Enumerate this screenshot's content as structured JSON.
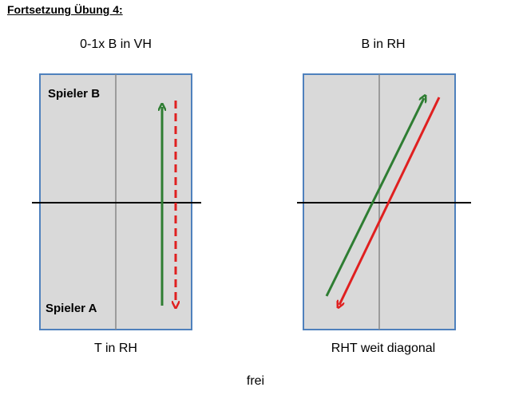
{
  "heading": "Fortsetzung Übung 4:",
  "left_court": {
    "top_caption": "0-1x B in VH",
    "bottom_caption": "T in RH",
    "player_top": "Spieler B",
    "player_bottom": "Spieler A"
  },
  "right_court": {
    "top_caption": "B in RH",
    "bottom_caption": "RHT weit diagonal"
  },
  "footer": "frei",
  "colors": {
    "court_fill": "#d9d9d9",
    "court_border": "#4f81bd",
    "center_line": "#8c8c8c",
    "net": "#000000",
    "green_arrow": "#2e7d32",
    "red_arrow": "#e02020"
  }
}
